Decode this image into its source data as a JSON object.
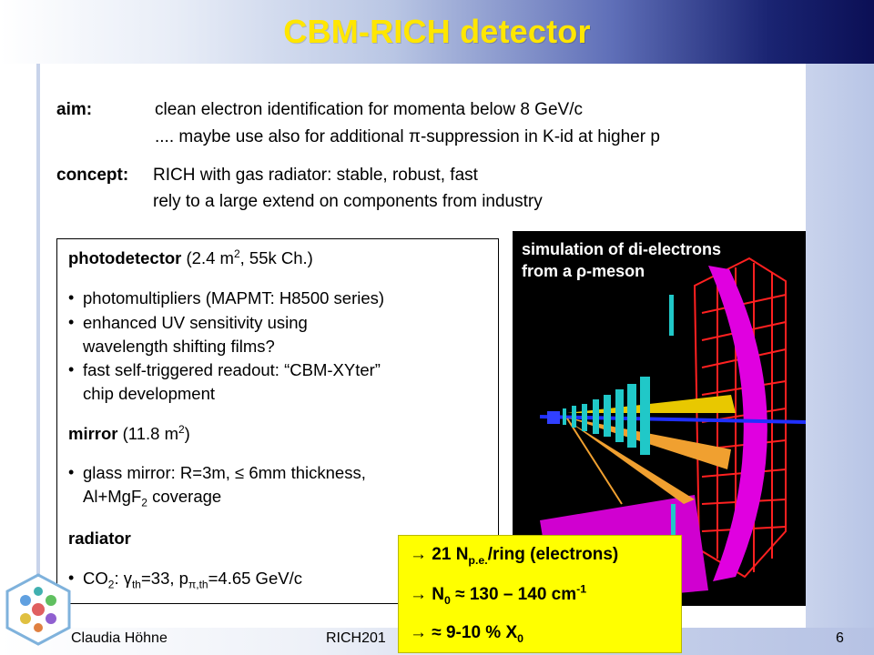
{
  "title": "CBM-RICH detector",
  "aim": {
    "label": "aim:",
    "line1": "clean electron identification for momenta below 8 GeV/c",
    "line2_pre": ".... maybe use also for additional ",
    "line2_symbol": "π",
    "line2_post": "-suppression in K-id at higher p"
  },
  "concept": {
    "label": "concept:",
    "line1": "RICH with gas radiator: stable, robust, fast",
    "line2": "rely to a large extend on components from industry"
  },
  "box": {
    "photodetector": {
      "heading": "photodetector",
      "detail_pre": " (2.4 m",
      "detail_sup": "2",
      "detail_post": ", 55k Ch.)",
      "bullets": [
        "photomultipliers (MAPMT: H8500 series)",
        "enhanced UV sensitivity using",
        "wavelength shifting films?",
        "fast self-triggered readout: “CBM-XYter”",
        "chip development"
      ]
    },
    "mirror": {
      "heading": "mirror",
      "detail_pre": " (11.8 m",
      "detail_sup": "2",
      "detail_post": ")",
      "bullet1": "glass mirror: R=3m, ≤ 6mm thickness,",
      "bullet2_pre": "Al+MgF",
      "bullet2_sub": "2",
      "bullet2_post": " coverage"
    },
    "radiator": {
      "heading": "radiator",
      "p1": "CO",
      "p1_sub": "2",
      "p2": ": ",
      "gamma": "γ",
      "gamma_sub": "th",
      "p3": "=33, p",
      "p_sub": "π,th",
      "p4": "=4.65 GeV/c"
    }
  },
  "simulation": {
    "caption1": "simulation of di-electrons",
    "caption2_pre": "from a ",
    "caption2_symbol": "ρ",
    "caption2_post": "-meson"
  },
  "results": {
    "r1_pre": "→ 21 N",
    "r1_sub": "p.e.",
    "r1_post": "/ring (electrons)",
    "r2_pre": "→ N",
    "r2_sub": "0",
    "r2_mid": " ≈ 130 – 140 cm",
    "r2_sup": "-1",
    "r3_pre": "→ ≈ 9-10 % X",
    "r3_sub": "0"
  },
  "footer": {
    "author": "Claudia Höhne",
    "event": "RICH201",
    "page": "6"
  },
  "colors": {
    "title": "#ffe600",
    "header_dark": "#0b0f55",
    "highlight_box": "#ffff00",
    "ring_magenta": "#e000e0",
    "grid_red": "#ff2020",
    "hits_cyan": "#20c8c8"
  }
}
